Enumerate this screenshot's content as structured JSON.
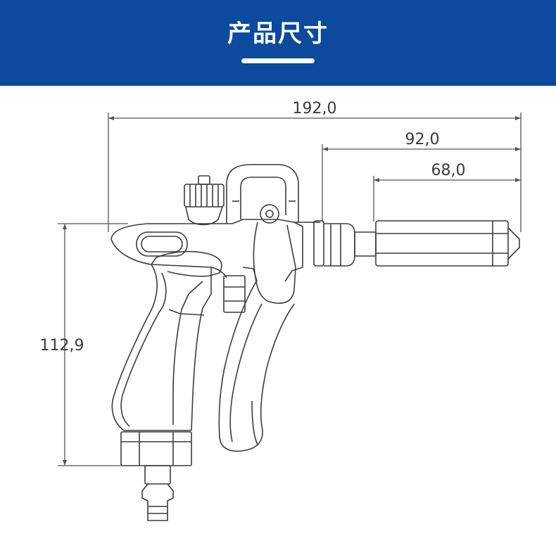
{
  "header": {
    "title": "产品尺寸",
    "background": "#0b4a9c"
  },
  "dimensions": {
    "overall_length": "192,0",
    "barrel_length": "92,0",
    "nozzle_length": "68,0",
    "height": "112,9"
  },
  "colors": {
    "line": "#3c3c3c",
    "dimension_line": "#555555"
  }
}
